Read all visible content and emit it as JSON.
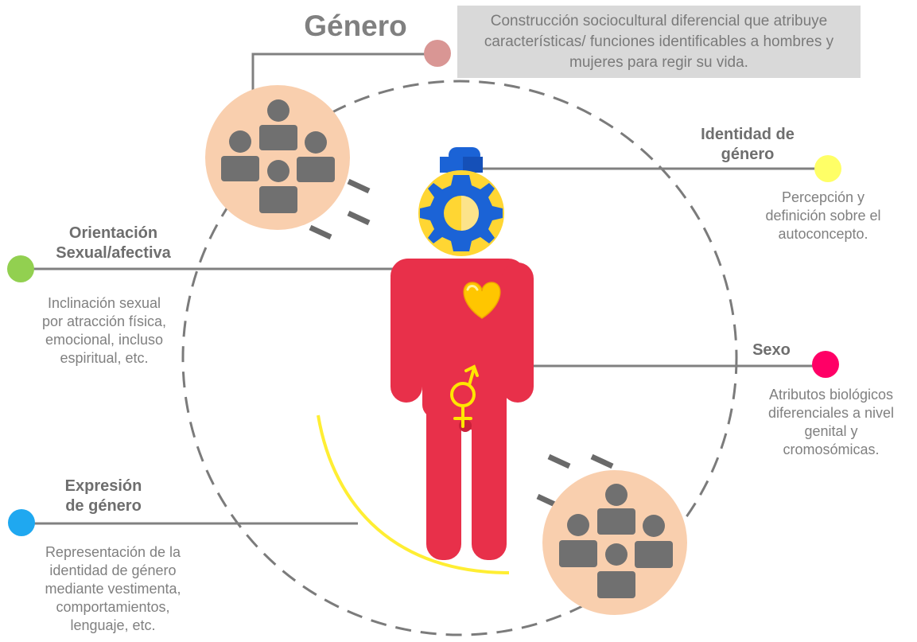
{
  "title": "Género",
  "definition": "Construcción sociocultural diferencial  que atribuye características/ funciones identificables a hombres y mujeres para regir su vida.",
  "identidad": {
    "heading_line1": "Identidad de",
    "heading_line2": "género",
    "desc": [
      "Percepción  y",
      "definición sobre el",
      "autoconcepto."
    ]
  },
  "orientacion": {
    "heading_line1": "Orientación",
    "heading_line2": "Sexual/afectiva",
    "desc": [
      "Inclinación sexual",
      "por atracción física,",
      "emocional, incluso",
      "espiritual, etc."
    ]
  },
  "sexo": {
    "heading": "Sexo",
    "desc": [
      "Atributos biológicos",
      "diferenciales a nivel",
      "genital y",
      "cromosómicas."
    ]
  },
  "expresion": {
    "heading_line1": "Expresión",
    "heading_line2": "de género",
    "desc": [
      "Representación de la",
      "identidad de género",
      "mediante vestimenta,",
      "comportamientos,",
      "lenguaje, etc."
    ]
  },
  "colors": {
    "genero_dot": "#d99694",
    "identidad_dot": "#ffff66",
    "orientacion_dot": "#92d050",
    "sexo_dot": "#ff0066",
    "expresion_dot": "#1fa8f0",
    "figure": "#e8304a",
    "group_circle": "#f9cfae",
    "group_people": "#707070",
    "gear_blue": "#1b63d6",
    "gear_yellow": "#ffd633",
    "symbol_yellow": "#ffe600",
    "connector": "#808080"
  },
  "icons": [
    "group-icon",
    "gear-head-icon",
    "heart-icon",
    "gender-symbol-icon"
  ]
}
